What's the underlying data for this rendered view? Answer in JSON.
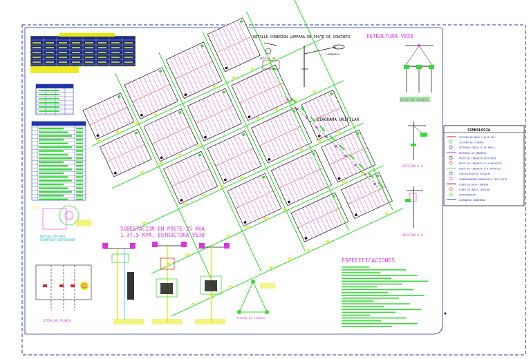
{
  "titles": {
    "detalle": "DETALLE CONEXION LAMPARA EN POSTE DE CONCRETO",
    "estructura": "ESTRUCTURA VR30",
    "diagrama": "DIAGRAMA UNIFILAR",
    "subestacion_line1": "SUBESTACION EN POSTE 25 KVA",
    "subestacion_line2": "1 37.5 KVA, ESTRUCTURA VS30",
    "especificaciones": "ESPECIFICACIONES",
    "simbologia": "SIMBOLOGIA",
    "vista_planta_right": "VISTA DE PLANTA",
    "vista_planta_left": "VISTA DE PLANTA",
    "seccion_a": "SECCION A-A'",
    "seccion_b": "SECCION B-B'",
    "detalle_w": "DETALLE \"W\"",
    "tierra": "SISTEMA DE TIERRAS"
  },
  "simbologia_items": [
    "SISTEMA DE BAJA Y ALTA VIA",
    "SISTEMA DE TIERRAS",
    "RETENIDA SENCILLA DE ANCLA",
    "RETENIDA DE BANQUETA",
    "POSTE DE CONCRETO EXISTENTE",
    "POSTE DE CONCRETO 12 M PROYECTO",
    "POSTE DE CONCRETO 9 M PROYECTO",
    "CORTACIRCUITOS FUSIBLES",
    "TRANSFORMADOR MONOFASICO TIPO POSTE",
    "LINEA DE BAJA TENSION",
    "LINEA DE MEDIA TENSION",
    "APARTARRAYOS",
    "LUMINARIA SUBURBANA"
  ],
  "colors": {
    "background": "#ffffff",
    "border": "#2233aa",
    "cad_bg": "#ffffff",
    "green": "#33dd33",
    "yellow": "#e8e800",
    "magenta": "#dd33dd",
    "cyan": "#22bbcc",
    "blue": "#2233bb",
    "red": "#dd2222",
    "black": "#111111"
  }
}
